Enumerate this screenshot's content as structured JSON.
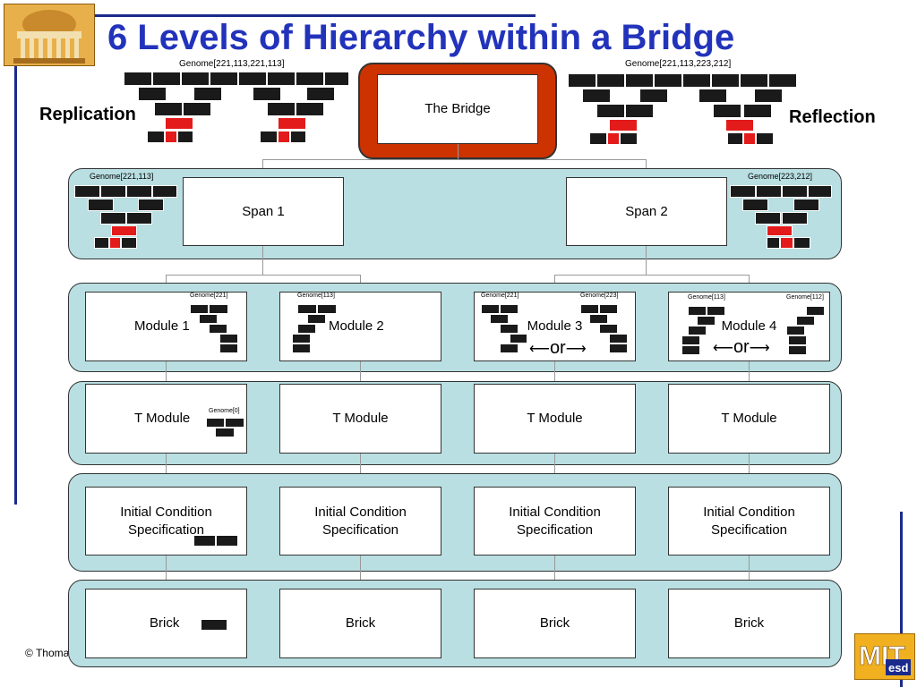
{
  "title": "6 Levels of Hierarchy within a Bridge",
  "bridge": {
    "label": "The Bridge",
    "left_genome": "Genome[221,113,221,113]",
    "right_genome": "Genome[221,113,223,212]",
    "left_side_label": "Replication",
    "right_side_label": "Reflection"
  },
  "spans": {
    "span1": "Span 1",
    "span2": "Span 2",
    "left_genome": "Genome[221,113]",
    "right_genome": "Genome[223,212]"
  },
  "modules": {
    "m1": {
      "label": "Module 1",
      "genome": "Genome[221]"
    },
    "m2": {
      "label": "Module 2",
      "genome": "Genome[113]"
    },
    "m3": {
      "label": "Module 3",
      "genome_a": "Genome[221]",
      "genome_b": "Genome[223]",
      "or": "or"
    },
    "m4": {
      "label": "Module 4",
      "genome_a": "Genome[113]",
      "genome_b": "Genome[112]",
      "or": "or"
    }
  },
  "tmodules": {
    "label": "T Module",
    "genome": "Genome[0]"
  },
  "initial_condition": {
    "line1": "Initial Condition",
    "line2": "Specification"
  },
  "brick": {
    "label": "Brick"
  },
  "footer": {
    "copyright": "© Thoma"
  },
  "logo": {
    "text": "MITesd"
  },
  "colors": {
    "title": "#2233bb",
    "band": "#b9dfe2",
    "bridge_frame": "#cc3300",
    "block": "#1a1a1a",
    "block_red": "#e31b1b",
    "rule": "#1a2a8c"
  }
}
